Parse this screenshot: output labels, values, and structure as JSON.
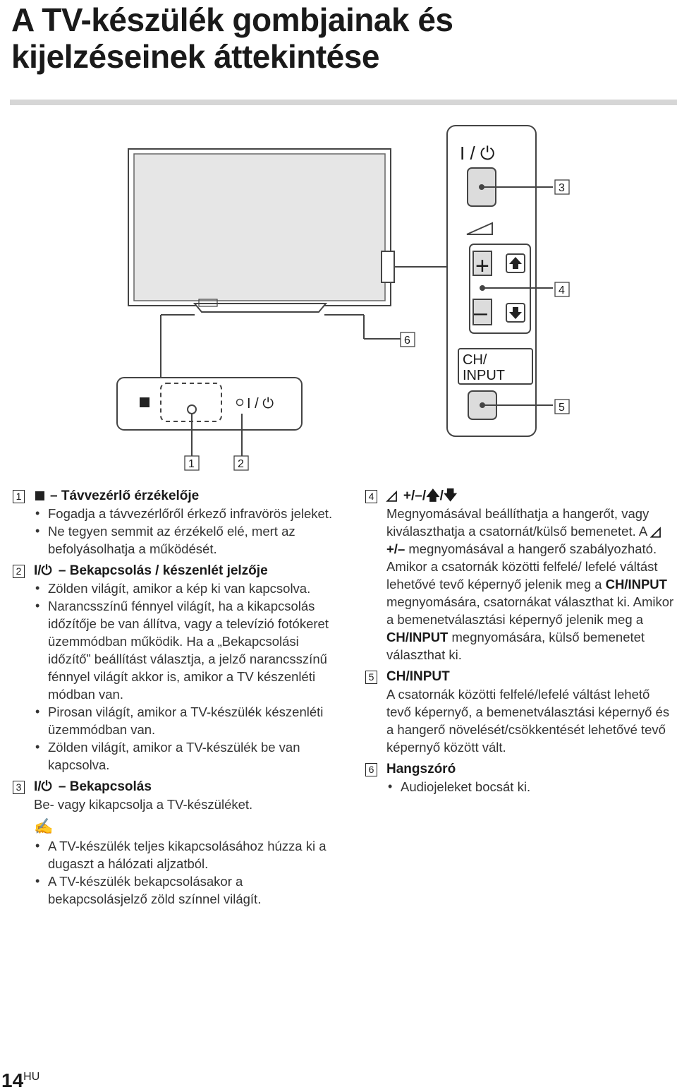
{
  "title_line1": "A TV-készülék gombjainak és",
  "title_line2": "kijelzéseinek áttekintése",
  "diagram": {
    "power_symbol": "I / ⏻",
    "ch_input_line1": "CH/",
    "ch_input_line2": "INPUT",
    "plus": "+",
    "minus": "–",
    "callouts": [
      "1",
      "2",
      "3",
      "4",
      "5",
      "6"
    ]
  },
  "items": {
    "i1": {
      "num": "1",
      "head": "– Távvezérlő érzékelője",
      "bullets": [
        "Fogadja a távvezérlőről érkező infravörös jeleket.",
        "Ne tegyen semmit az érzékelő elé, mert az befolyásolhatja a működését."
      ]
    },
    "i2": {
      "num": "2",
      "sym": "I/⏻",
      "head": "– Bekapcsolás / készenlét jelzője",
      "bullets": [
        "Zölden világít, amikor a kép ki van kapcsolva.",
        "Narancsszínű fénnyel világít, ha a kikapcsolás időzítője be van állítva, vagy a televízió fotókeret üzemmódban működik. Ha a „Bekapcsolási időzítő” beállítást választja, a jelző narancsszínű fénnyel világít akkor is, amikor a TV készenléti módban van.",
        "Pirosan világít, amikor a TV-készülék készenléti üzemmódban van.",
        "Zölden világít, amikor a TV-készülék be van kapcsolva."
      ]
    },
    "i3": {
      "num": "3",
      "sym": "I/⏻",
      "head": "– Bekapcsolás",
      "text": "Be- vagy kikapcsolja a TV-készüléket.",
      "note_icon": "✍",
      "notes": [
        "A TV-készülék teljes kikapcsolásához húzza ki a dugaszt a hálózati aljzatból.",
        "A TV-készülék bekapcsolásakor a bekapcsolásjelző zöld színnel világít."
      ]
    },
    "i4": {
      "num": "4",
      "sym": "◿",
      "head": "+/–/🡅/🡇",
      "t1": "Megnyomásával beállíthatja a hangerőt, vagy kiválaszthatja a csatornát/külső bemenetet. A",
      "t2a": "◿ +/–",
      "t2": "megnyomásával a hangerő szabályozható. Amikor a csatornák közötti felfelé/ lefelé váltást lehetővé tevő képernyő jelenik meg a",
      "t3a": "CH/INPUT",
      "t3": "megnyomására, csatornákat választhat ki. Amikor a bemenetválasztási képernyő jelenik meg a",
      "t4a": "CH/INPUT",
      "t4": "megnyomására, külső bemenetet választhat ki."
    },
    "i5": {
      "num": "5",
      "head": "CH/INPUT",
      "text": "A csatornák közötti felfelé/lefelé váltást lehető tevő képernyő, a bemenetválasztási képernyő és a hangerő növelését/csökkentését lehetővé tevő képernyő között vált."
    },
    "i6": {
      "num": "6",
      "head": "Hangszóró",
      "bullets": [
        "Audiojeleket bocsát ki."
      ]
    }
  },
  "page": {
    "number": "14",
    "lang": "HU"
  }
}
